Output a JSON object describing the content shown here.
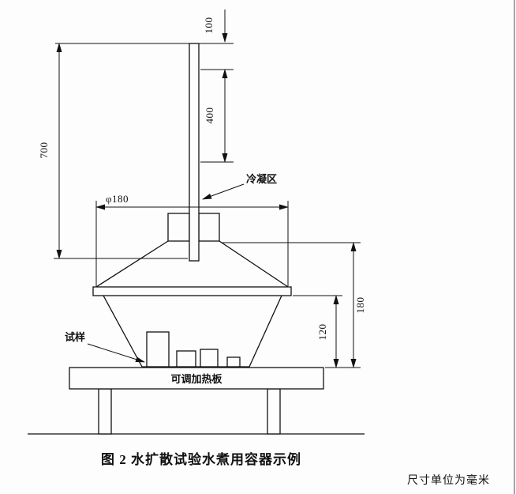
{
  "figure": {
    "caption": "图 2  水扩散试验水煮用容器示例",
    "unit_note": "尺寸单位为毫米",
    "labels": {
      "condensation_zone": "冷凝区",
      "sample": "试样",
      "heating_plate": "可调加热板"
    },
    "dimensions": {
      "tube_top": "100",
      "tube_upper": "400",
      "tube_total": "700",
      "vessel_diameter": "φ180",
      "vessel_total_height": "180",
      "bowl_height": "120"
    },
    "colors": {
      "line": "#111111",
      "background": "#fdfdfd"
    }
  }
}
